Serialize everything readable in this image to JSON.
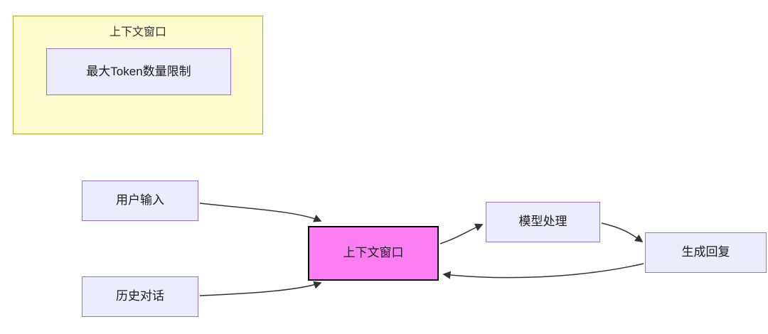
{
  "diagram": {
    "subgraph": {
      "title": "上下文窗口",
      "node_label": "最大Token数量限制"
    },
    "nodes": {
      "user_input": {
        "label": "用户输入"
      },
      "history": {
        "label": "历史对话"
      },
      "context_window": {
        "label": "上下文窗口"
      },
      "model_processing": {
        "label": "模型处理"
      },
      "generate_reply": {
        "label": "生成回复"
      }
    },
    "edges": [
      {
        "from": "用户输入",
        "to": "上下文窗口"
      },
      {
        "from": "历史对话",
        "to": "上下文窗口"
      },
      {
        "from": "上下文窗口",
        "to": "模型处理"
      },
      {
        "from": "模型处理",
        "to": "生成回复"
      },
      {
        "from": "生成回复",
        "to": "上下文窗口"
      }
    ],
    "colors": {
      "background": "#FFFFFF",
      "node_fill": "#ECECFF",
      "node_border": "#9370DB",
      "subgraph_fill": "#FCFCCF",
      "subgraph_border": "#AAAA33",
      "highlight_fill": "#FA7EF2",
      "highlight_border": "#000000",
      "edge_stroke": "#333333"
    }
  }
}
